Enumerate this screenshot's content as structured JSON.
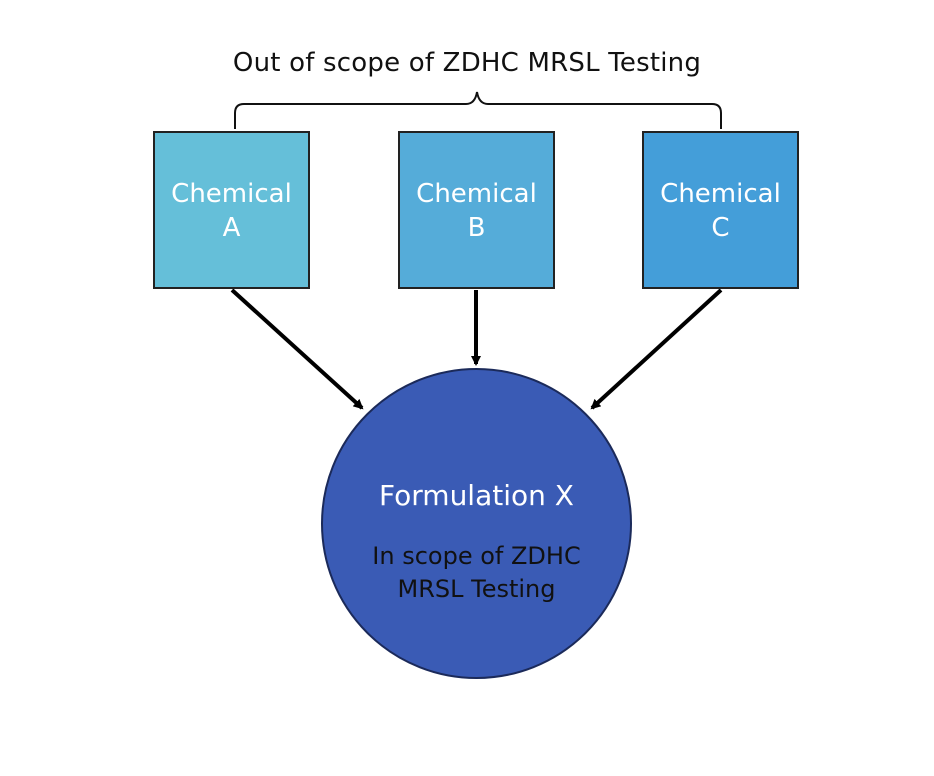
{
  "diagram": {
    "bracket_label": "Out of scope of ZDHC MRSL Testing",
    "chemicals": [
      {
        "line1": "Chemical",
        "line2": "A"
      },
      {
        "line1": "Chemical",
        "line2": "B"
      },
      {
        "line1": "Chemical",
        "line2": "C"
      }
    ],
    "formulation": {
      "title": "Formulation X",
      "scope_line1": "In scope of ZDHC",
      "scope_line2": "MRSL Testing"
    },
    "colors": {
      "chemical_a": "#65bfd9",
      "chemical_b": "#55acd9",
      "chemical_c": "#449ed9",
      "formulation": "#3a5bb5",
      "arrow": "#000000"
    }
  }
}
